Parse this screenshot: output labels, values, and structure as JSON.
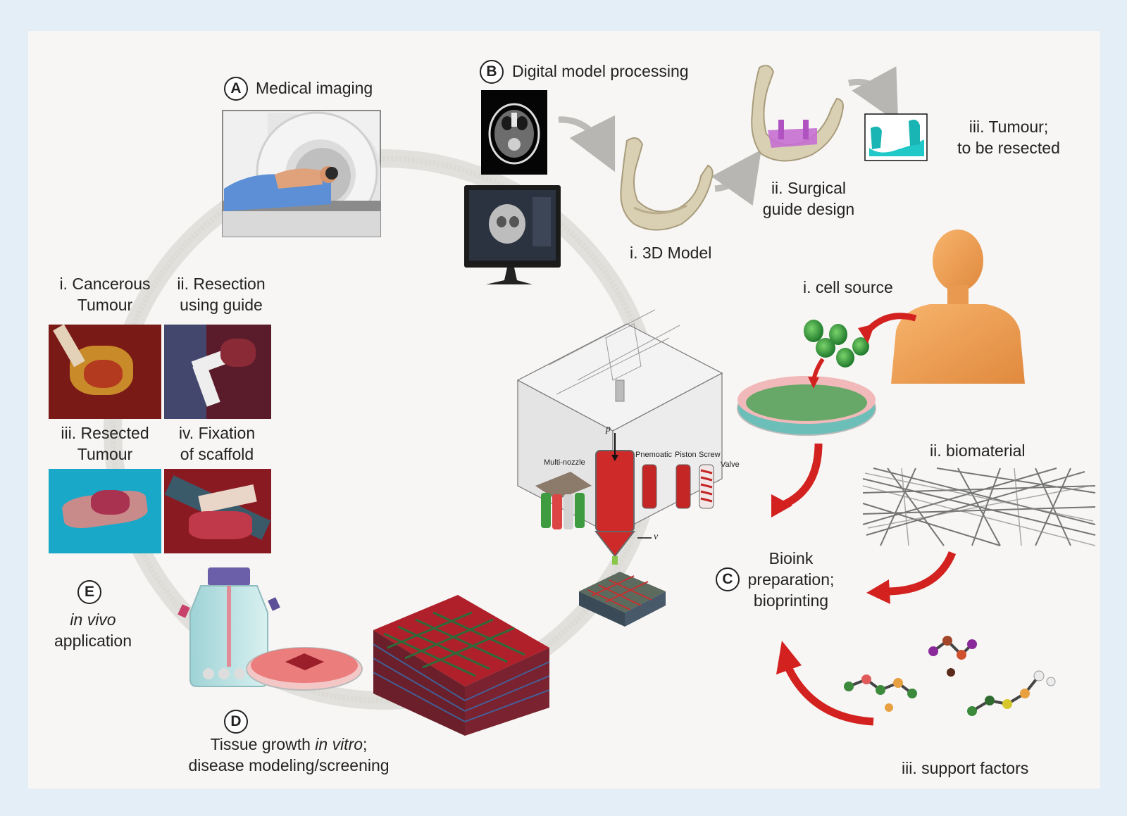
{
  "panels": {
    "A": {
      "letter": "A",
      "title": "Medical imaging"
    },
    "B": {
      "letter": "B",
      "title": "Digital model processing",
      "step1": "i. 3D Model",
      "step2_line1": "ii. Surgical",
      "step2_line2": "guide design",
      "step3_line1": "iii. Tumour;",
      "step3_line2": "to be resected"
    },
    "C": {
      "letter": "C",
      "line1": "Bioink",
      "line2": "preparation;",
      "line3": "bioprinting",
      "cell_source": "i. cell source",
      "biomaterial": "ii. biomaterial",
      "support_factors": "iii. support factors",
      "printer_labels": {
        "multi_nozzle": "Multi-nozzle",
        "pneumatic": "Pnemoatic",
        "piston": "Piston",
        "screw": "Screw",
        "valve": "Valve",
        "p": "p",
        "v": "v"
      }
    },
    "D": {
      "letter": "D",
      "line1_prefix": "Tissue growth ",
      "line1_italic": "in vitro",
      "line1_suffix": ";",
      "line2": "disease modeling/screening"
    },
    "E": {
      "letter": "E",
      "line1": "in vivo",
      "line2": "application",
      "photos": [
        {
          "line1": "i. Cancerous",
          "line2": "Tumour"
        },
        {
          "line1": "ii. Resection",
          "line2": "using guide"
        },
        {
          "line1": "iii. Resected",
          "line2": "Tumour"
        },
        {
          "line1": "iv. Fixation",
          "line2": "of scaffold"
        }
      ]
    }
  },
  "colors": {
    "background": "#e4eef7",
    "panel": "#f7f6f4",
    "cycle_ring": "#dcdad7",
    "bone": "#d9cfb3",
    "guide": "#c56fd1",
    "tumour": "#20c8c8",
    "arrow_red": "#d3211f",
    "human": "#f0a35a",
    "cells": "#2f9a3a",
    "surgery_red": "#8a1a22"
  },
  "icons": [
    "mri-scanner-icon",
    "ct-scan-icon",
    "monitor-icon",
    "mandible-icon",
    "bioprinter-icon",
    "human-body-icon",
    "cell-cluster-icon",
    "petri-dish-icon",
    "fiber-mesh-icon",
    "molecule-icon",
    "culture-flask-icon",
    "tissue-construct-icon"
  ]
}
